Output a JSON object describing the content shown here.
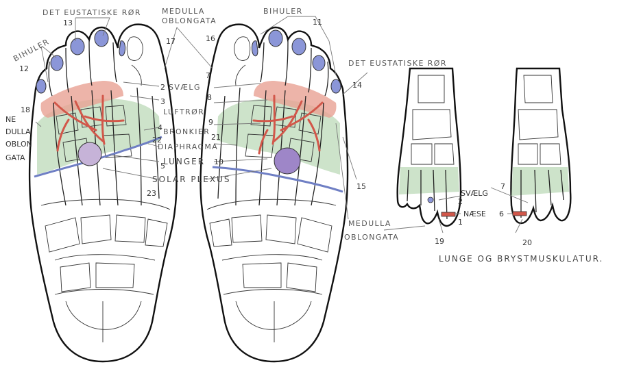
{
  "colors": {
    "outline": "#111111",
    "green_zone": "#bcd9b8",
    "red_zone": "#e8a193",
    "sinus_blue": "#8b96d8",
    "diaphragm_blue": "#6f7fc4",
    "solar_plexus": "#c6b3d8"
  },
  "labels": {
    "eustachian_left": "DET EUSTATISKE RØR",
    "eustachian_right": "DET EUSTATISKE RØR",
    "sinuses_left": "BIHULER",
    "sinuses_right": "BIHULER",
    "medulla_top": "MEDULLA OBLONGATA",
    "medulla_left": "ME DULLA OBLON GATA",
    "medulla_bottom": "MEDULLA OBLONGATA",
    "throat": "SVÆLG",
    "trachea": "LUFTRØR",
    "bronchi": "BRONKIER",
    "diaphragm": "DIAPHRAGMA",
    "lungs": "LUNGER",
    "solar_plexus": "SOLAR PLEXUS",
    "throat_small": "SVÆLG",
    "nose": "NÆSE",
    "lung_chest": "LUNGE OG BRYSTMUSKULATUR."
  },
  "numbers": {
    "n1": "1",
    "n2": "2",
    "n2b": "2",
    "n3": "3",
    "n4": "4",
    "n5": "5",
    "n6": "6",
    "n7": "7",
    "n7b": "7",
    "n8": "8",
    "n9": "9",
    "n10": "10",
    "n11": "11",
    "n12": "12",
    "n13": "13",
    "n14": "14",
    "n15": "15",
    "n16": "16",
    "n17": "17",
    "n18": "18",
    "n19": "19",
    "n20": "20",
    "n21": "21",
    "n22": "22",
    "n23": "23"
  }
}
